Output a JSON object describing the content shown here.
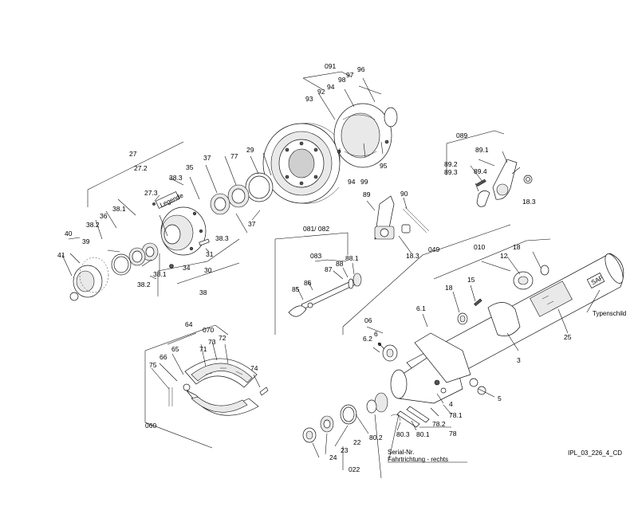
{
  "labels": {
    "l091": "091",
    "l96": "96",
    "l97": "97",
    "l98": "98",
    "l94a": "94",
    "l92": "92",
    "l93": "93",
    "l94b": "94",
    "l99": "99",
    "l95": "95",
    "l29": "29",
    "l77": "77",
    "l37a": "37",
    "l35": "35",
    "l27": "27",
    "l272": "27.2",
    "l383a": "38.3",
    "l273": "27.3",
    "l381a": "38.1",
    "l36": "36",
    "l382a": "38.2",
    "l40": "40",
    "l39": "39",
    "l41": "41",
    "l383b": "38.3",
    "l37b": "37",
    "l31": "31",
    "l34": "34",
    "l381b": "38.1",
    "l382b": "38.2",
    "l30": "30",
    "l38": "38",
    "l089": "089",
    "l891": "89.1",
    "l892": "89.2",
    "l893": "89.3",
    "l894": "89.4",
    "l183a": "18.3",
    "l89": "89",
    "l90": "90",
    "l183b": "18.3",
    "l081": "081/ 082",
    "l083": "083",
    "l87": "87",
    "l88": "88",
    "l881": "88.1",
    "l85": "85",
    "l86": "86",
    "l049": "049",
    "l010": "010",
    "l18a": "18",
    "l12": "12",
    "l18b": "18",
    "l15": "15",
    "l61": "6.1",
    "l06": "06",
    "l6": "6",
    "l62": "6.2",
    "l3": "3",
    "l25": "25",
    "l4": "4",
    "l5": "5",
    "l781": "78.1",
    "l782": "78.2",
    "l78": "78",
    "l803": "80.3",
    "l801": "80.1",
    "l802": "80.2",
    "l22": "22",
    "l23": "23",
    "l24": "24",
    "l022": "022",
    "l64": "64",
    "l070": "070",
    "l73": "73",
    "l72": "72",
    "l71": "71",
    "l65": "65",
    "l66": "66",
    "l75": "75",
    "l74": "74",
    "l060": "060"
  },
  "notes": {
    "typenschild": "Typenschild",
    "serial": "Serial-Nr.",
    "fahrtrichtung": "Fahrtrichtung - rechts",
    "ipl": "IPL_03_226_4_CD",
    "legende": "Legende",
    "brand": "SAF"
  }
}
